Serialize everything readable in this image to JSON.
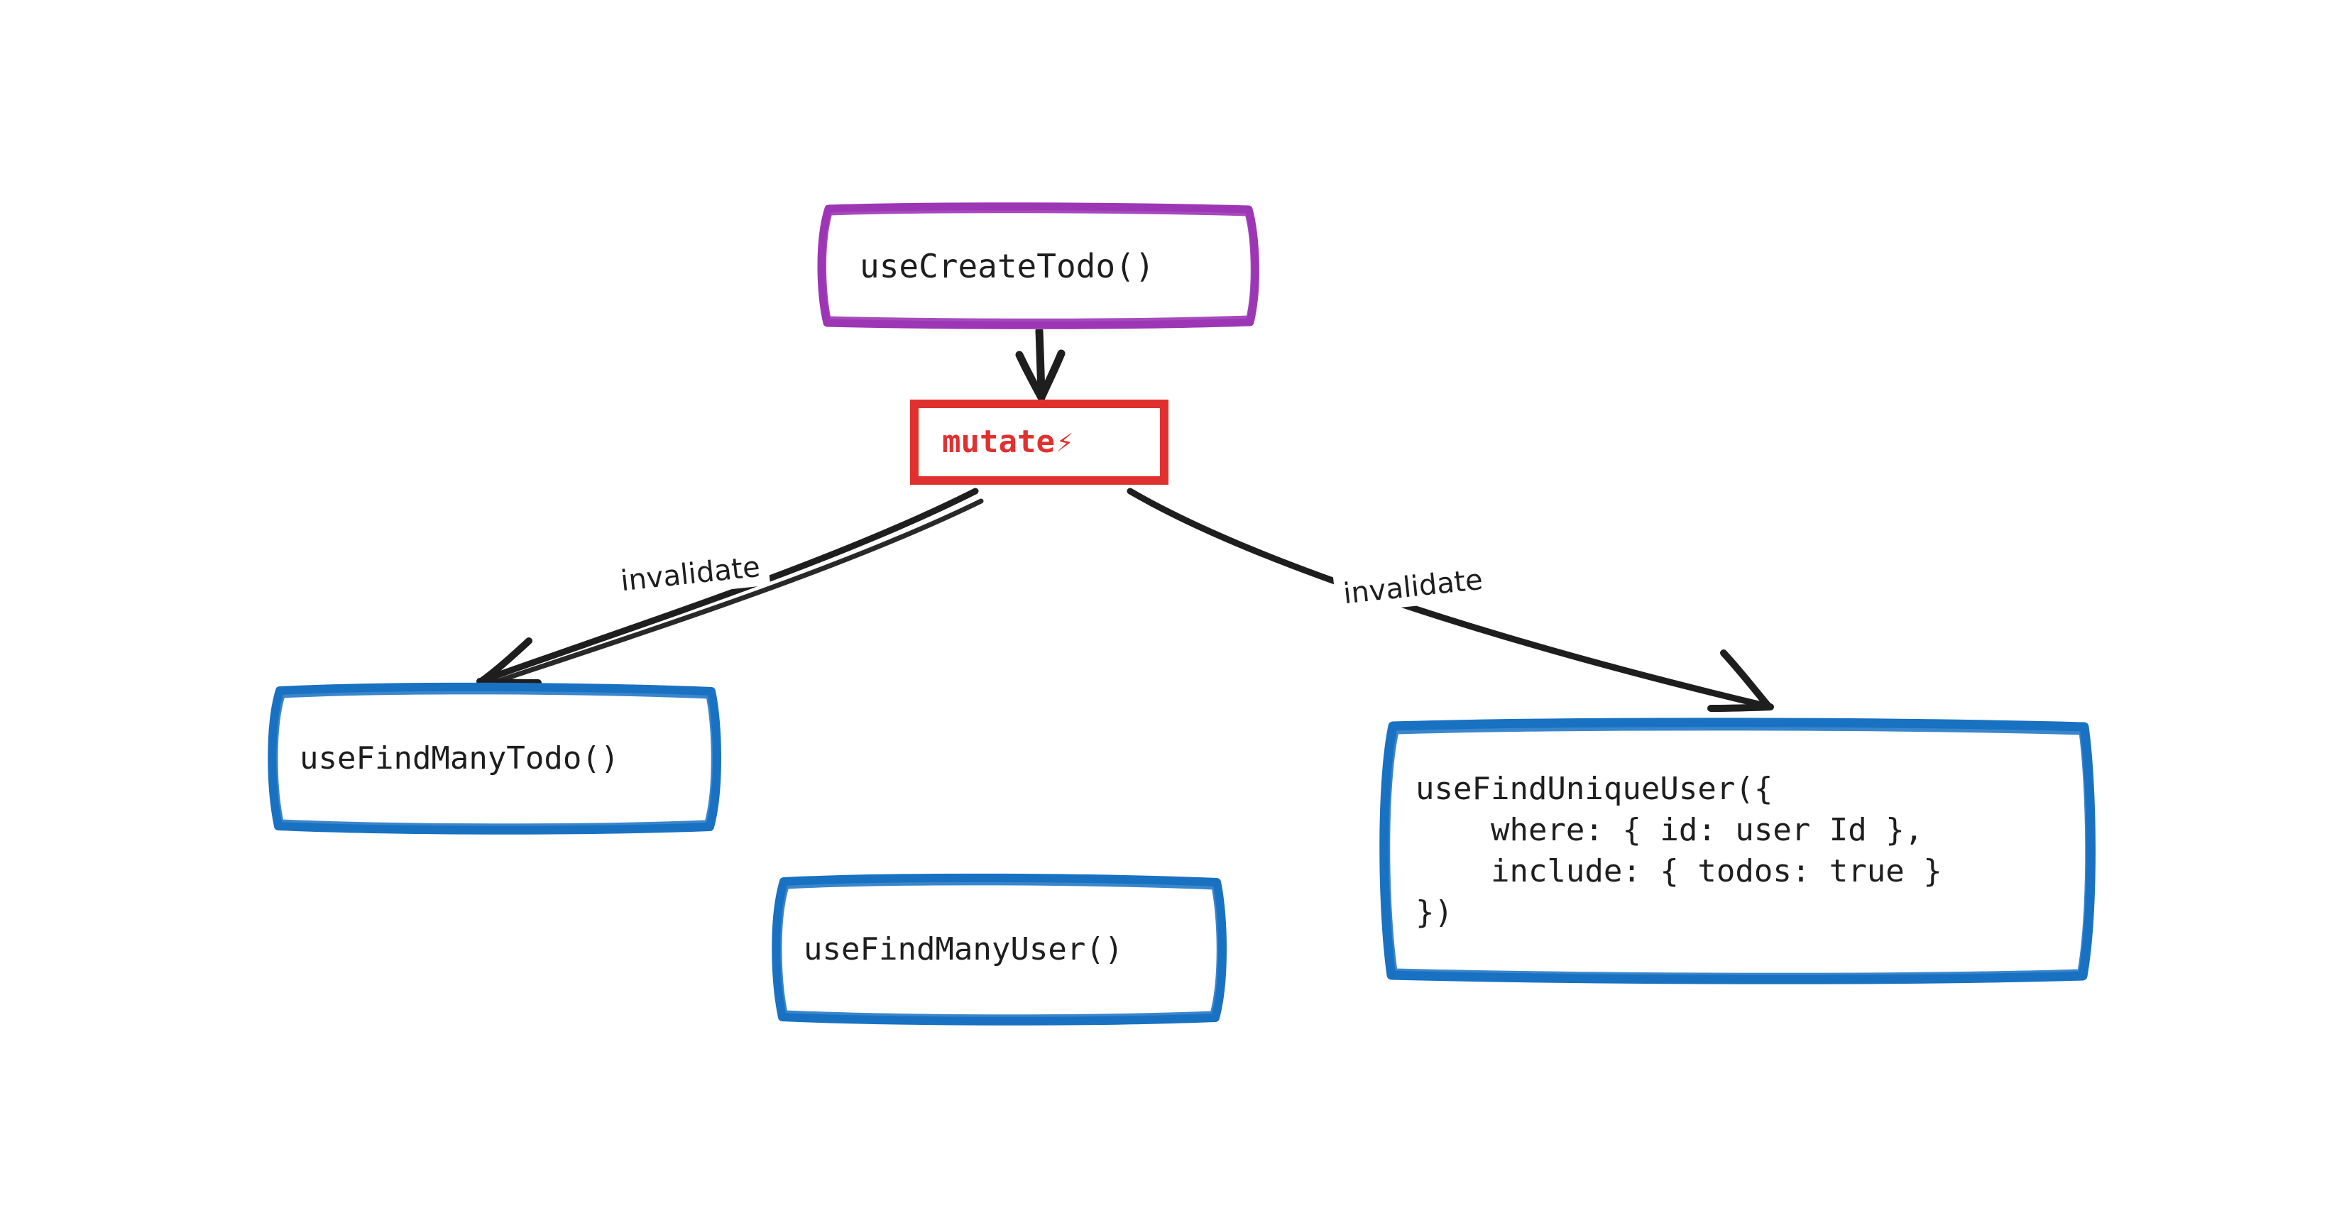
{
  "diagram": {
    "title": "useCreateTodo mutation invalidation flow",
    "background": "#ffffff",
    "colors": {
      "purple": "#9c36b5",
      "red": "#e03131",
      "blue": "#1971c2",
      "ink": "#1e1e1e",
      "bolt_yellow": "#fcc419",
      "bolt_orange": "#f59f00"
    }
  },
  "nodes": {
    "create_todo": {
      "label": "useCreateTodo()",
      "border_color": "#9c36b5",
      "shape": "rounded-rect"
    },
    "mutate": {
      "label": "mutate",
      "icon": "lightning-bolt-icon",
      "icon_glyph": "⚡",
      "text_color": "#e03131",
      "border_color": "#e03131",
      "shape": "rect"
    },
    "find_many_todo": {
      "label": "useFindManyTodo()",
      "border_color": "#1971c2",
      "shape": "rounded-rect"
    },
    "find_many_user": {
      "label": "useFindManyUser()",
      "border_color": "#1971c2",
      "shape": "rounded-rect"
    },
    "find_unique_user": {
      "label": "useFindUniqueUser({\n    where: { id: user Id },\n    include: { todos: true }\n})",
      "border_color": "#1971c2",
      "shape": "rounded-rect"
    }
  },
  "edges": [
    {
      "from": "create_todo",
      "to": "mutate",
      "label": "",
      "style": "solid-arrow",
      "color": "#1e1e1e"
    },
    {
      "from": "mutate",
      "to": "find_many_todo",
      "label": "invalidate",
      "style": "solid-arrow",
      "color": "#1e1e1e"
    },
    {
      "from": "mutate",
      "to": "find_unique_user",
      "label": "invalidate",
      "style": "solid-arrow",
      "color": "#1e1e1e"
    }
  ],
  "edge_labels": {
    "left": "invalidate",
    "right": "invalidate"
  }
}
